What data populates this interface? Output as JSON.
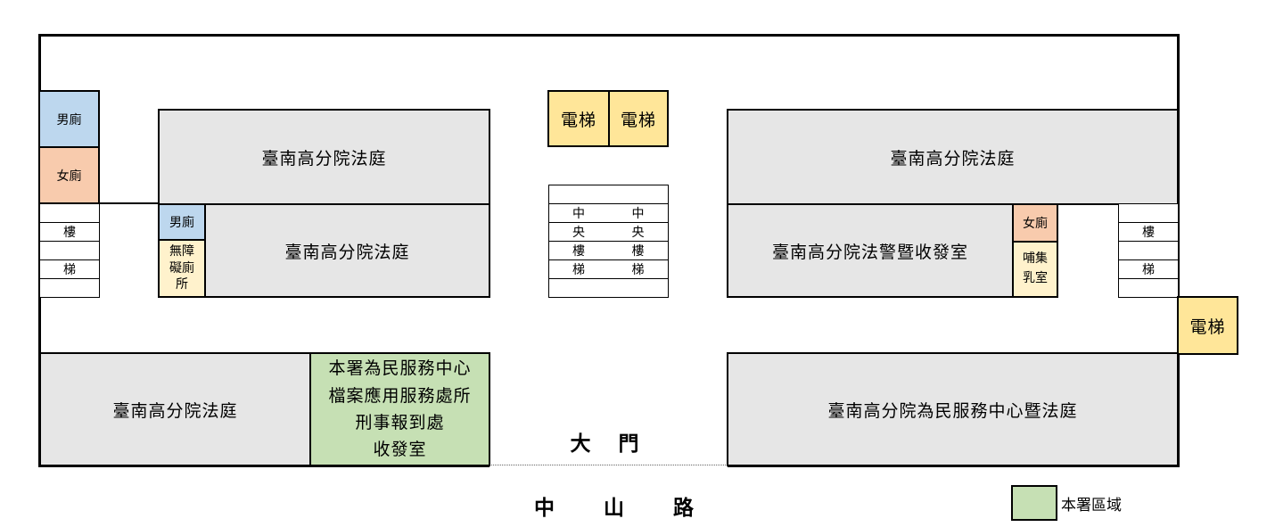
{
  "rooms": {
    "court_top_left": "臺南高分院法庭",
    "court_mid_left": "臺南高分院法庭",
    "court_top_right": "臺南高分院法庭",
    "police_room": "臺南高分院法警暨收發室",
    "court_bottom_left": "臺南高分院法庭",
    "service_center_court": "臺南高分院為民服務中心暨法庭",
    "agency_area_lines": [
      "本署為民服務中心",
      "檔案應用服務處所",
      "刑事報到處",
      "收發室"
    ]
  },
  "toilets": {
    "mens_left": "男廁",
    "womens_left": "女廁",
    "mens_inner": "男廁",
    "accessible_lines": [
      "無障",
      "礙廁",
      "所"
    ],
    "womens_right": "女廁",
    "nursing_lines": [
      "哺集",
      "乳室"
    ]
  },
  "elevators": {
    "top_a": "電梯",
    "top_b": "電梯",
    "right": "電梯"
  },
  "stairs": {
    "left": [
      "",
      "樓",
      "",
      "梯",
      ""
    ],
    "right": [
      "",
      "樓",
      "",
      "梯",
      ""
    ],
    "central_col_a": [
      "",
      "中",
      "央",
      "樓",
      "梯",
      ""
    ],
    "central_col_b": [
      "",
      "中",
      "央",
      "樓",
      "梯",
      ""
    ]
  },
  "labels": {
    "main_gate": "大　門",
    "road": "中　　山　　路"
  },
  "legend": {
    "label": "本署區域",
    "color": "#c6e0b4"
  }
}
